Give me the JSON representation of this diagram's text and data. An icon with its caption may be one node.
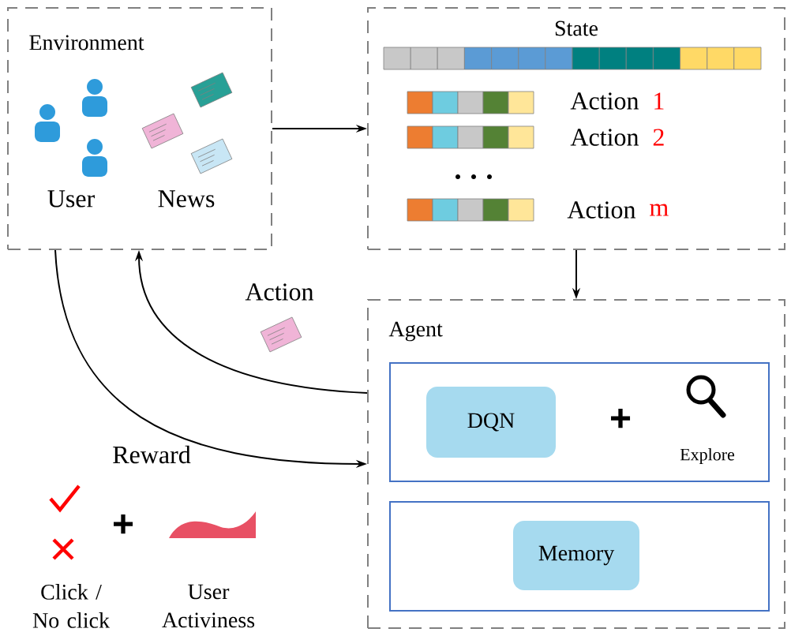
{
  "diagram": {
    "nodes": [
      {
        "text": [
          "Environment"
        ]
      },
      {
        "text": [
          "User"
        ],
        "in": 0
      },
      {
        "text": [
          "News"
        ],
        "in": 0
      },
      {
        "text": [
          "State"
        ]
      },
      {
        "text": [
          "Agent"
        ]
      },
      {
        "text": [],
        "shape": "box",
        "in": 4
      },
      {
        "text": [
          "DQN"
        ],
        "in": 5
      },
      {
        "text": [
          "Explore"
        ],
        "in": 5
      },
      {
        "text": [],
        "shape": "box",
        "in": 4
      },
      {
        "text": [
          "Memory"
        ],
        "in": 8
      }
    ],
    "edges": [
      {
        "from": 0,
        "to": 3,
        "arrow": "to"
      },
      {
        "from": 3,
        "to": 4,
        "arrow": "to"
      },
      {
        "from": 4,
        "to": 0,
        "arrow": "to",
        "label": "Action"
      },
      {
        "from": 0,
        "to": 4,
        "arrow": "to",
        "label": "Reward"
      }
    ],
    "labels": [
      "Action",
      "1",
      "Action",
      "2",
      "Action",
      "m",
      "+",
      "+",
      "Click / No click",
      "User Activiness"
    ]
  }
}
